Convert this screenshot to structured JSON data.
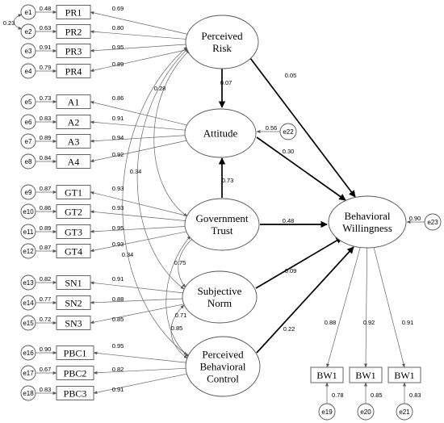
{
  "latents": {
    "risk": [
      "Perceived",
      "Risk"
    ],
    "attitude": [
      "Attitude"
    ],
    "trust": [
      "Government",
      "Trust"
    ],
    "norm": [
      "Subjective",
      "Norm"
    ],
    "pbc": [
      "Perceived",
      "Behavioral",
      "Control"
    ],
    "willingness": [
      "Behavioral",
      "Willingness"
    ]
  },
  "indicators": [
    {
      "id": "PR1",
      "err": "e1",
      "err_load": "0.48",
      "load": "0.69",
      "latent": "risk"
    },
    {
      "id": "PR2",
      "err": "e2",
      "err_load": "0.63",
      "load": "0.80",
      "latent": "risk"
    },
    {
      "id": "PR3",
      "err": "e3",
      "err_load": "0.91",
      "load": "0.95",
      "latent": "risk"
    },
    {
      "id": "PR4",
      "err": "e4",
      "err_load": "0.79",
      "load": "0.89",
      "latent": "risk"
    },
    {
      "id": "A1",
      "err": "e5",
      "err_load": "0.73",
      "load": "0.86",
      "latent": "attitude"
    },
    {
      "id": "A2",
      "err": "e6",
      "err_load": "0.83",
      "load": "0.91",
      "latent": "attitude"
    },
    {
      "id": "A3",
      "err": "e7",
      "err_load": "0.89",
      "load": "0.94",
      "latent": "attitude"
    },
    {
      "id": "A4",
      "err": "e8",
      "err_load": "0.84",
      "load": "0.92",
      "latent": "attitude"
    },
    {
      "id": "GT1",
      "err": "e9",
      "err_load": "0.87",
      "load": "0.93",
      "latent": "trust"
    },
    {
      "id": "GT2",
      "err": "e10",
      "err_load": "0.86",
      "load": "0.93",
      "latent": "trust"
    },
    {
      "id": "GT3",
      "err": "e11",
      "err_load": "0.89",
      "load": "0.95",
      "latent": "trust"
    },
    {
      "id": "GT4",
      "err": "e12",
      "err_load": "0.87",
      "load": "0.93",
      "latent": "trust"
    },
    {
      "id": "SN1",
      "err": "e13",
      "err_load": "0.82",
      "load": "0.91",
      "latent": "norm"
    },
    {
      "id": "SN2",
      "err": "e14",
      "err_load": "0.77",
      "load": "0.88",
      "latent": "norm"
    },
    {
      "id": "SN3",
      "err": "e15",
      "err_load": "0.72",
      "load": "0.85",
      "latent": "norm"
    },
    {
      "id": "PBC1",
      "err": "e16",
      "err_load": "0.90",
      "load": "0.95",
      "latent": "pbc"
    },
    {
      "id": "PBC2",
      "err": "e17",
      "err_load": "0.67",
      "load": "0.82",
      "latent": "pbc"
    },
    {
      "id": "PBC3",
      "err": "e18",
      "err_load": "0.83",
      "load": "0.91",
      "latent": "pbc"
    }
  ],
  "error_covariance": {
    "from": "e1",
    "to": "e2",
    "value": "0.23"
  },
  "paths": [
    {
      "from": "risk",
      "to": "attitude",
      "value": "0.07"
    },
    {
      "from": "trust",
      "to": "attitude",
      "value": "0.73"
    },
    {
      "from": "risk",
      "to": "willingness",
      "value": "0.05"
    },
    {
      "from": "attitude",
      "to": "willingness",
      "value": "0.30"
    },
    {
      "from": "trust",
      "to": "willingness",
      "value": "0.48"
    },
    {
      "from": "norm",
      "to": "willingness",
      "value": "0.09"
    },
    {
      "from": "pbc",
      "to": "willingness",
      "value": "0.22"
    },
    {
      "from": "trust",
      "to": "norm",
      "value": "0.75"
    }
  ],
  "covariances": [
    {
      "from": "risk",
      "to": "trust",
      "value": "0.28"
    },
    {
      "from": "risk",
      "to": "norm",
      "value": "0.34"
    },
    {
      "from": "risk",
      "to": "pbc",
      "value": "0.34"
    },
    {
      "from": "trust",
      "to": "pbc",
      "value": "0.71"
    },
    {
      "from": "norm",
      "to": "pbc",
      "value": "0.85"
    }
  ],
  "residuals": [
    {
      "err": "e22",
      "latent": "attitude",
      "value": "0.56"
    },
    {
      "err": "e23",
      "latent": "willingness",
      "value": "0.90"
    }
  ],
  "outcomes": [
    {
      "id": "BW1",
      "err": "e19",
      "load": "0.88",
      "err_load": "0.78"
    },
    {
      "id": "BW1",
      "err": "e20",
      "load": "0.92",
      "err_load": "0.85"
    },
    {
      "id": "BW1",
      "err": "e21",
      "load": "0.91",
      "err_load": "0.83"
    }
  ]
}
